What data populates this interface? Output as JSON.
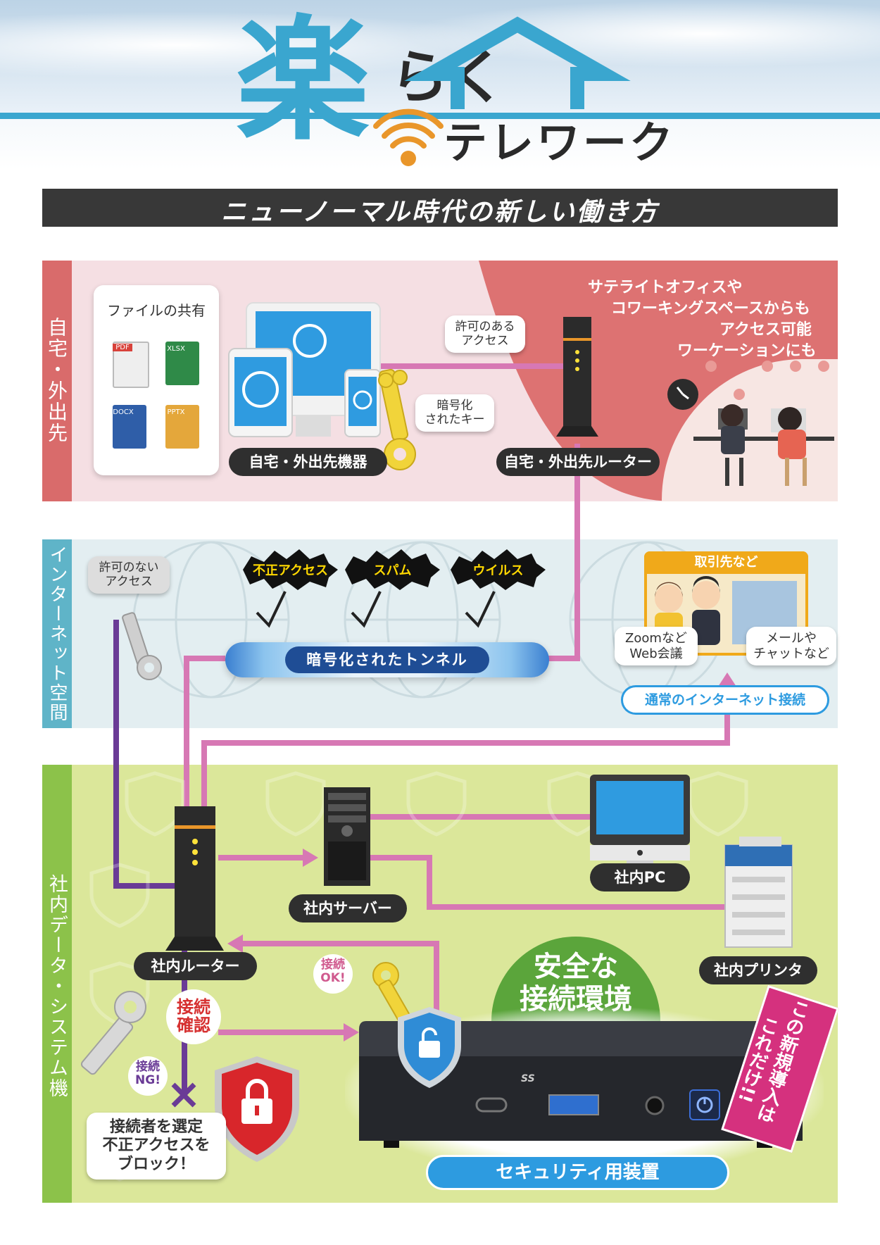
{
  "header": {
    "logo_kanji": "楽",
    "logo_kana": "らく",
    "logo_sub": "テレワーク",
    "tagline": "ニューノーマル時代の新しい働き方"
  },
  "section_home": {
    "label": "自宅・外出先",
    "files_title": "ファイルの共有",
    "file_types": [
      "PDF",
      "XLSX",
      "DOCX",
      "PPTX"
    ],
    "bubble_permitted": "許可のある\nアクセス",
    "bubble_key": "暗号化\nされたキー",
    "devices_label": "自宅・外出先機器",
    "router_label": "自宅・外出先ルーター",
    "promo": [
      "サテライトオフィスや",
      "コワーキングスペースからも",
      "アクセス可能",
      "ワーケーションにも"
    ]
  },
  "section_internet": {
    "label": "インターネット空間",
    "bubble_unpermitted": "許可のない\nアクセス",
    "threats": [
      "不正アクセス",
      "スパム",
      "ウイルス"
    ],
    "tunnel_label": "暗号化されたトンネル",
    "partners_label": "取引先など",
    "bubble_zoom": "Zoomなど\nWeb会議",
    "bubble_mail": "メールや\nチャットなど",
    "normal_connection": "通常のインターネット接続"
  },
  "section_office": {
    "label": "社内データ・システム機器",
    "server_label": "社内サーバー",
    "pc_label": "社内PC",
    "router_label": "社内ルーター",
    "printer_label": "社内プリンタ",
    "ok_badge": "接続\nOK!",
    "ng_badge": "接続\nNG!",
    "confirm_badge": "接続\n確認",
    "safe_env": "安全な\n接続環境",
    "block_bubble": "接続者を選定\n不正アクセスを\nブロック！",
    "device_label": "セキュリティ用装置",
    "ribbon": [
      "この新規導入は",
      "これだけ!!"
    ],
    "port_label": "SS"
  },
  "colors": {
    "home_bg": "#f5dfe3",
    "home_band": "#d96b6b",
    "internet_bg": "#e3eef1",
    "internet_band": "#5fb4c8",
    "office_bg": "#dbe79a",
    "office_band": "#8cc24a",
    "pink_line": "#d778b4",
    "purple_line": "#6a3b96",
    "logo_blue": "#3aa6cf"
  }
}
